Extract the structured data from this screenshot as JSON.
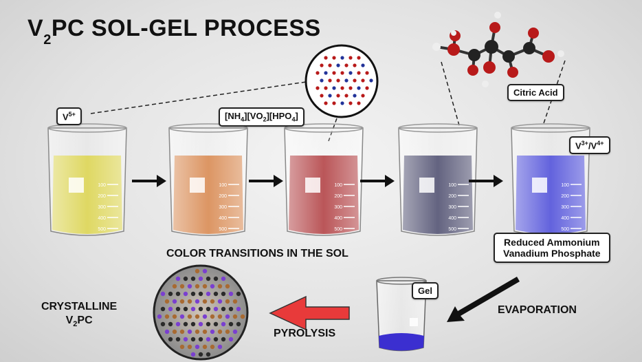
{
  "title": {
    "prefix": "V",
    "sub": "2",
    "rest": "PC SOL-GEL PROCESS"
  },
  "labels": {
    "v5": "V",
    "v5_sup": "5+",
    "nh4_a": "[NH",
    "nh4_b": "4",
    "nh4_c": "][VO",
    "nh4_d": "2",
    "nh4_e": "][HPO",
    "nh4_f": "4",
    "nh4_g": "]",
    "citric": "Citric Acid",
    "v34_a": "V",
    "v34_b": "3+",
    "v34_c": "/V",
    "v34_d": "4+",
    "reduced_1": "Reduced Ammonium",
    "reduced_2": "Vanadium Phosphate",
    "gel": "Gel",
    "color_transitions": "COLOR TRANSITIONS IN THE SOL",
    "evaporation": "EVAPORATION",
    "pyrolysis": "PYROLYSIS",
    "crystalline_1": "CRYSTALLINE",
    "crystalline_2a": "V",
    "crystalline_2b": "2",
    "crystalline_2c": "PC"
  },
  "beakers": [
    {
      "color": "#d8cf3a",
      "ticks": [
        "100",
        "200",
        "300",
        "400",
        "500"
      ]
    },
    {
      "color": "#d47a3a",
      "ticks": [
        "100",
        "200",
        "300",
        "400",
        "500"
      ]
    },
    {
      "color": "#a8282b",
      "ticks": [
        "100",
        "200",
        "300",
        "400",
        "500"
      ]
    },
    {
      "color": "#3a3a5e",
      "ticks": [
        "100",
        "200",
        "300",
        "400",
        "500"
      ]
    },
    {
      "color": "#3a3ad6",
      "ticks": [
        "100",
        "200",
        "300",
        "400",
        "500"
      ]
    }
  ],
  "gel_color": "#3b2fd0",
  "arrow_color": "#e83a3a"
}
